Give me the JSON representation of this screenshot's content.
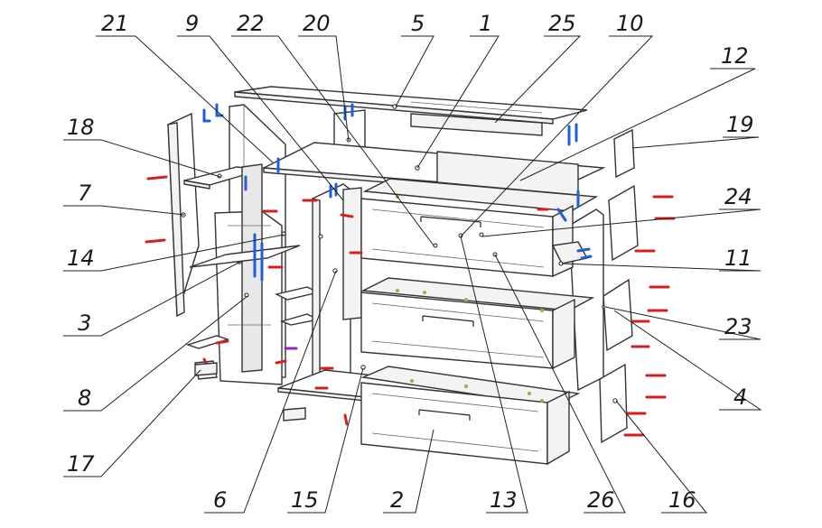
{
  "diagram": {
    "labels": [
      "21",
      "9",
      "22",
      "20",
      "5",
      "1",
      "25",
      "10",
      "12",
      "19",
      "18",
      "7",
      "24",
      "14",
      "11",
      "3",
      "23",
      "8",
      "4",
      "17",
      "6",
      "15",
      "2",
      "13",
      "26",
      "16"
    ]
  },
  "colors": {
    "line": "#222222",
    "panel_fill": "#ffffff",
    "shade": "#ececec",
    "confirmat": "#d42020",
    "cam_fitting": "#1f5fd6",
    "handle_bracket": "#8a2bb8",
    "dowel": "#8ab84a"
  }
}
